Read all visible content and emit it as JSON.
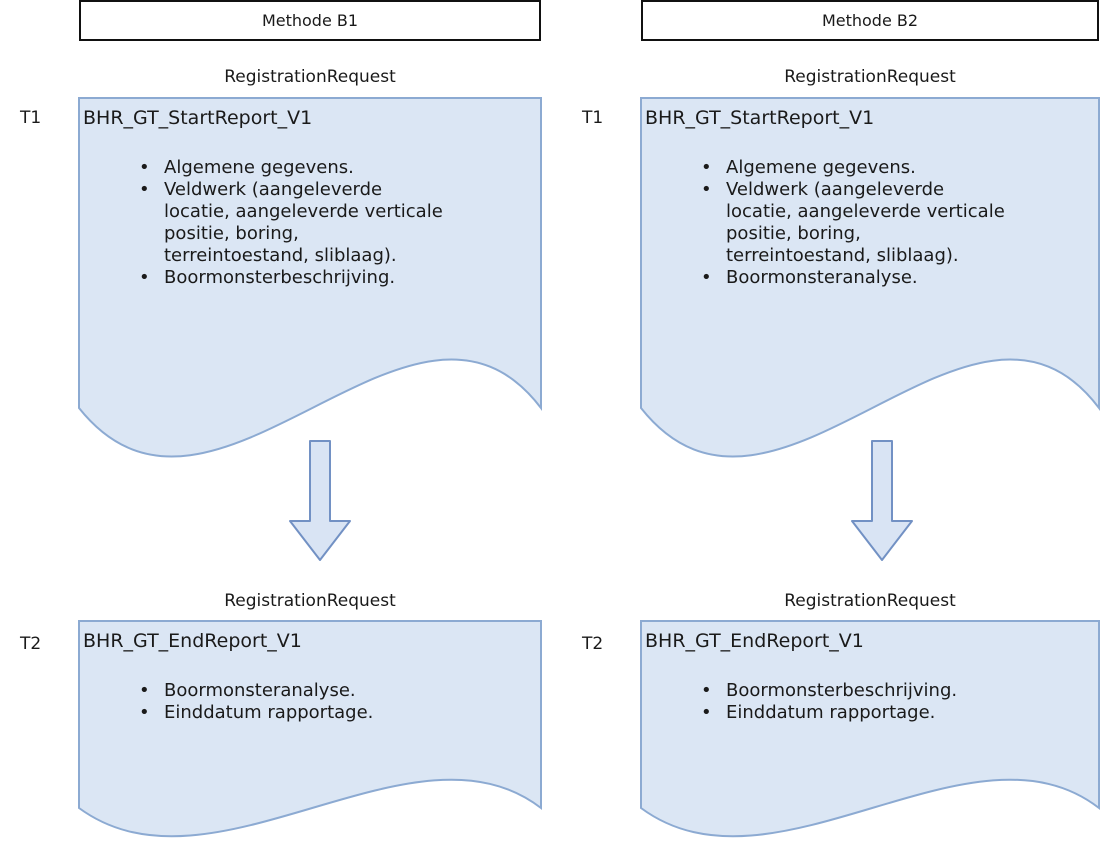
{
  "columns": [
    {
      "header_label": "Methode B1",
      "stages": [
        {
          "time_label": "T1",
          "request_label": "RegistrationRequest",
          "document_title": "BHR_GT_StartReport_V1",
          "bullets": [
            "Algemene gegevens.",
            "Veldwerk (aangeleverde\nlocatie, aangeleverde verticale\npositie, boring,\nterreintoestand, sliblaag).",
            "Boormonsterbeschrijving."
          ]
        },
        {
          "time_label": "T2",
          "request_label": "RegistrationRequest",
          "document_title": "BHR_GT_EndReport_V1",
          "bullets": [
            "Boormonsteranalyse.",
            "Einddatum rapportage."
          ]
        }
      ]
    },
    {
      "header_label": "Methode B2",
      "stages": [
        {
          "time_label": "T1",
          "request_label": "RegistrationRequest",
          "document_title": "BHR_GT_StartReport_V1",
          "bullets": [
            "Algemene gegevens.",
            "Veldwerk (aangeleverde\nlocatie, aangeleverde verticale\npositie, boring,\nterreintoestand, sliblaag).",
            "Boormonsteranalyse."
          ]
        },
        {
          "time_label": "T2",
          "request_label": "RegistrationRequest",
          "document_title": "BHR_GT_EndReport_V1",
          "bullets": [
            "Boormonsterbeschrijving.",
            "Einddatum rapportage."
          ]
        }
      ]
    }
  ],
  "icons": {
    "flow_connector": "down-arrow-icon",
    "node_shape": "document-shape"
  },
  "colors": {
    "document_fill": "#dbe6f4",
    "document_border": "#8caad2",
    "arrow_fill": "#d9e4f4",
    "arrow_border": "#7291c4",
    "header_border": "#111111",
    "text": "#1a1a1a",
    "background": "#ffffff"
  }
}
